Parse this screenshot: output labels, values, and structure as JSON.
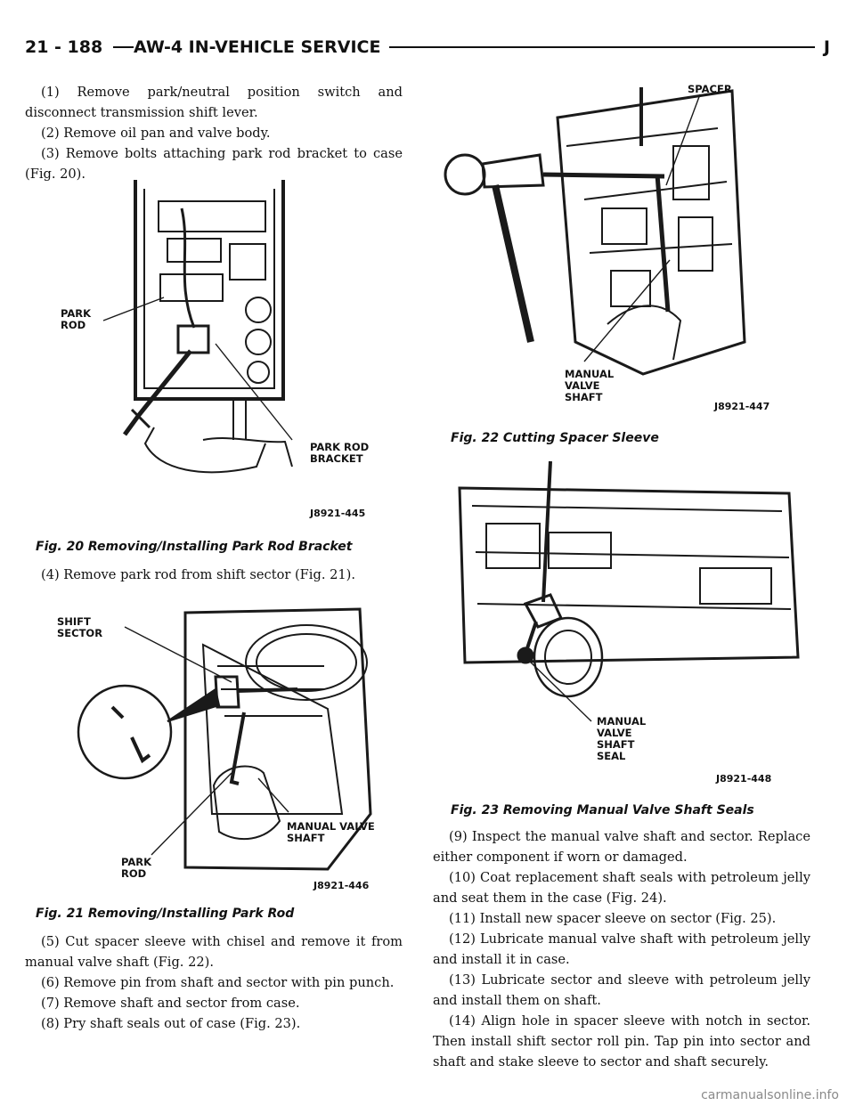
{
  "header": {
    "page_number": "21 - 188",
    "title": "AW-4 IN-VEHICLE SERVICE",
    "letter": "J"
  },
  "left_column": {
    "steps_top": [
      "(1) Remove park/neutral position switch and disconnect transmission shift lever.",
      "(2) Remove oil pan and valve body.",
      "(3) Remove bolts attaching park rod bracket to case (Fig. 20)."
    ],
    "step_4": "(4) Remove park rod from shift sector (Fig. 21).",
    "steps_bottom": [
      "(5) Cut spacer sleeve with chisel and remove it from manual valve shaft (Fig. 22).",
      "(6) Remove pin from shaft and sector with pin punch.",
      "(7) Remove shaft and sector from case.",
      "(8) Pry shaft seals out of case (Fig. 23)."
    ]
  },
  "right_column": {
    "steps": [
      "(9) Inspect the manual valve shaft and sector. Replace either component if worn or damaged.",
      "(10) Coat replacement shaft seals with petroleum jelly and seat them in the case (Fig. 24).",
      "(11) Install new spacer sleeve on sector (Fig. 25).",
      "(12) Lubricate manual valve shaft with petroleum jelly and install it in case.",
      "(13) Lubricate sector and sleeve with petroleum jelly and install them on shaft.",
      "(14) Align hole in spacer sleeve with notch in sector. Then install shift sector roll pin. Tap pin into sector and shaft and stake sleeve to sector and shaft securely."
    ]
  },
  "figures": {
    "fig20": {
      "caption": "Fig. 20 Removing/Installing Park Rod Bracket",
      "code": "J8921-445",
      "labels": {
        "park_rod": "PARK\nROD",
        "park_rod_bracket": "PARK ROD\nBRACKET"
      }
    },
    "fig21": {
      "caption": "Fig. 21 Removing/Installing Park Rod",
      "code": "J8921-446",
      "labels": {
        "shift_sector": "SHIFT\nSECTOR",
        "manual_valve_shaft": "MANUAL VALVE\nSHAFT",
        "park_rod": "PARK\nROD"
      }
    },
    "fig22": {
      "caption": "Fig. 22 Cutting Spacer Sleeve",
      "code": "J8921-447",
      "labels": {
        "spacer": "SPACER",
        "manual_valve_shaft": "MANUAL\nVALVE\nSHAFT"
      }
    },
    "fig23": {
      "caption": "Fig. 23 Removing Manual Valve Shaft Seals",
      "code": "J8921-448",
      "labels": {
        "manual_valve_shaft_seal": "MANUAL\nVALVE\nSHAFT\nSEAL"
      }
    }
  },
  "footer": {
    "watermark": "carmanualsonline.info"
  }
}
